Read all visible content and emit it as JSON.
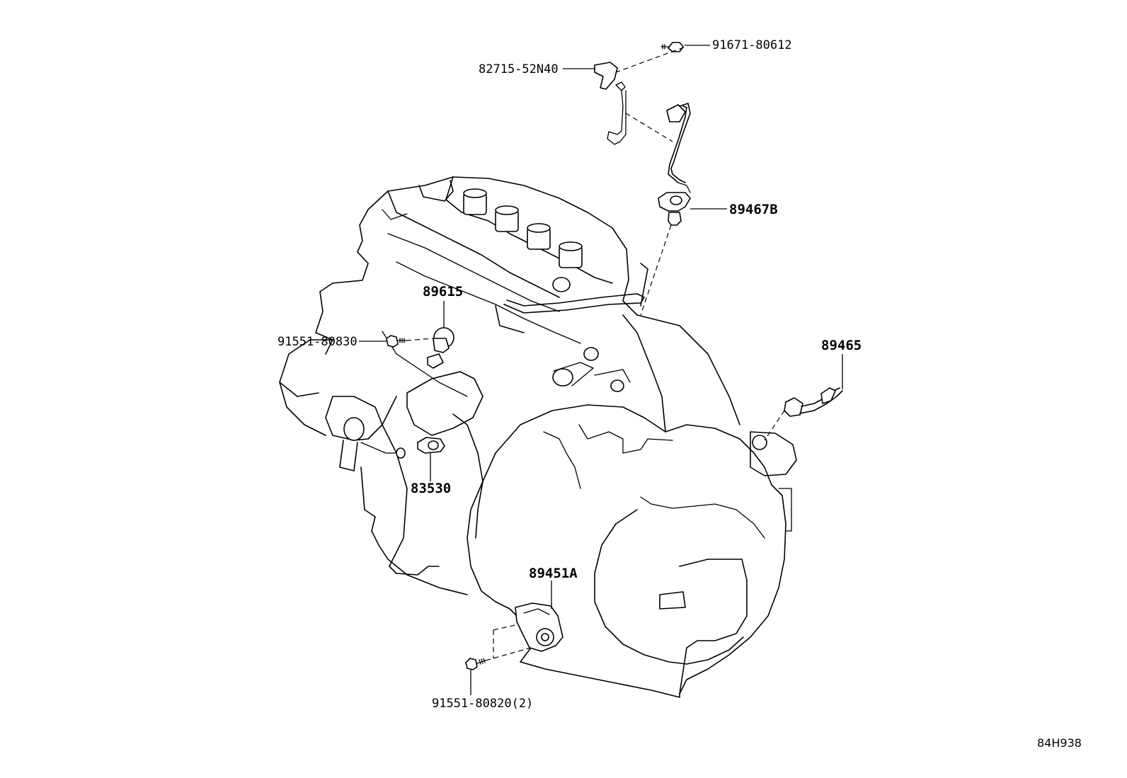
{
  "diagram": {
    "figure_code": "84H938",
    "callouts": [
      {
        "id": "c1",
        "part_number": "91671-80612"
      },
      {
        "id": "c2",
        "part_number": "82715-52N40"
      },
      {
        "id": "c3",
        "part_number": "89467B"
      },
      {
        "id": "c4",
        "part_number": "89615"
      },
      {
        "id": "c5",
        "part_number": "91551-80830"
      },
      {
        "id": "c6",
        "part_number": "89465"
      },
      {
        "id": "c7",
        "part_number": "83530"
      },
      {
        "id": "c8",
        "part_number": "89451A"
      },
      {
        "id": "c9",
        "part_number": "91551-80820(2)"
      }
    ]
  }
}
